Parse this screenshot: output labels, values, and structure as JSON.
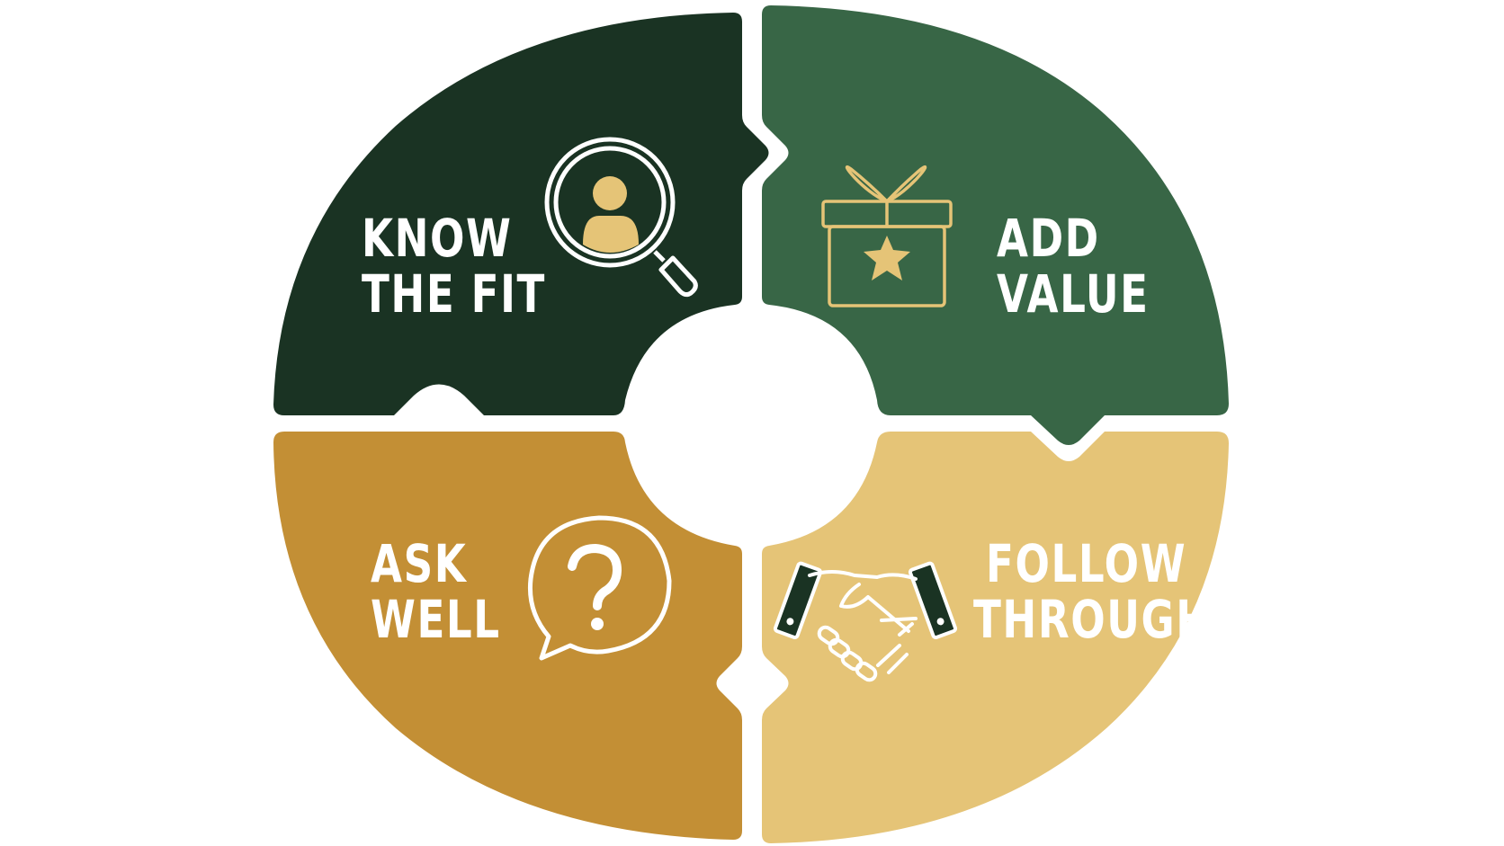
{
  "colors": {
    "background": "#ffffff",
    "dark_green": "#1a3323",
    "mid_green": "#386646",
    "dark_gold": "#c38f35",
    "light_gold": "#e5c477",
    "icon_gold": "#e5c477",
    "text_white": "#ffffff"
  },
  "segments": [
    {
      "id": "know-the-fit",
      "line1": "KNOW",
      "line2": "THE FIT",
      "icon": "magnifier-person-icon",
      "color": "#1a3323"
    },
    {
      "id": "add-value",
      "line1": "ADD",
      "line2": "VALUE",
      "icon": "gift-star-icon",
      "color": "#386646"
    },
    {
      "id": "ask-well",
      "line1": "ASK",
      "line2": "WELL",
      "icon": "question-bubble-icon",
      "color": "#c38f35"
    },
    {
      "id": "follow-through",
      "line1": "FOLLOW",
      "line2": "THROUGH",
      "icon": "handshake-icon",
      "color": "#e5c477"
    }
  ]
}
